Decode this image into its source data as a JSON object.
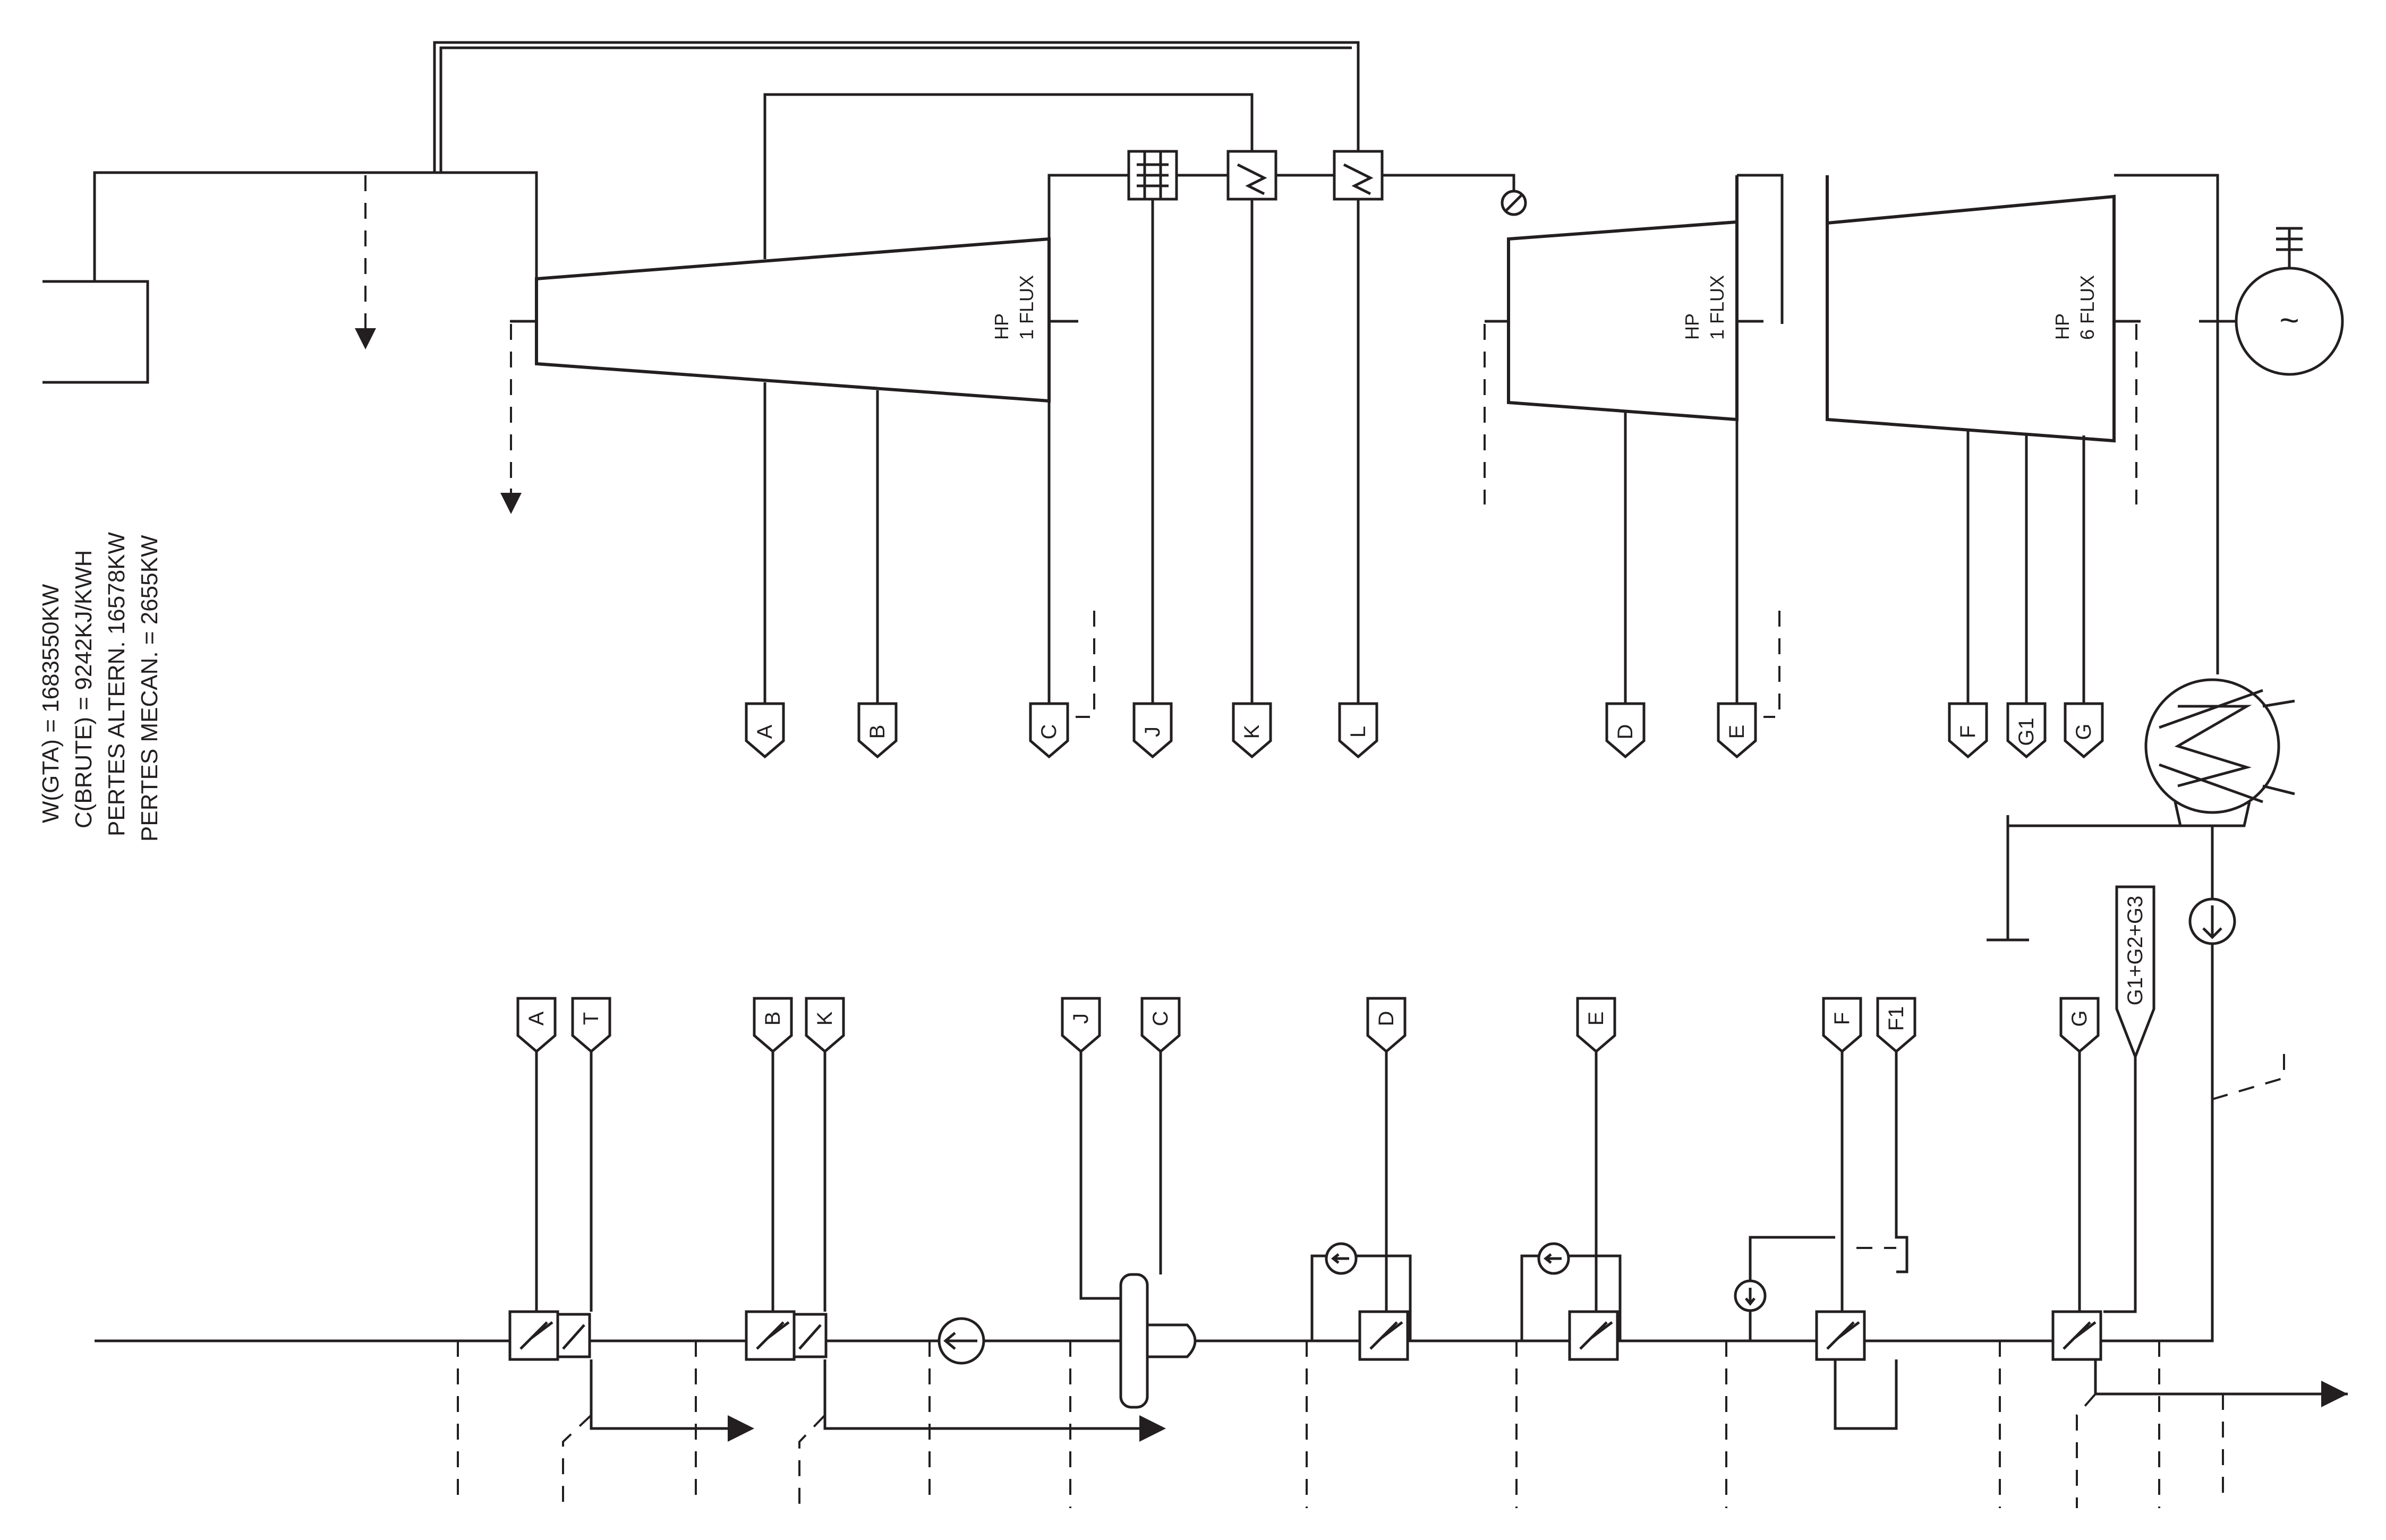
{
  "turbine_labels": {
    "hp1": [
      "HP",
      "1 FLUX"
    ],
    "hp2": [
      "HP",
      "1 FLUX"
    ],
    "hp3": [
      "HP",
      "6 FLUX"
    ]
  },
  "summary": [
    "W(GTA) = 1683550KW",
    "C(BRUTE) = 9242KJ/KWH",
    "PERTES ALTERN. 16578KW",
    "PERTES MECAN. = 2655KW"
  ],
  "top_connectors": [
    "A",
    "B",
    "C",
    "J",
    "K",
    "L",
    "D",
    "E",
    "F",
    "G1",
    "G"
  ],
  "bottom_connectors": [
    "A",
    "T",
    "B",
    "K",
    "J",
    "C",
    "D",
    "E",
    "F",
    "F1",
    "G",
    "G1+G2+G3"
  ],
  "generator_symbol": "~"
}
